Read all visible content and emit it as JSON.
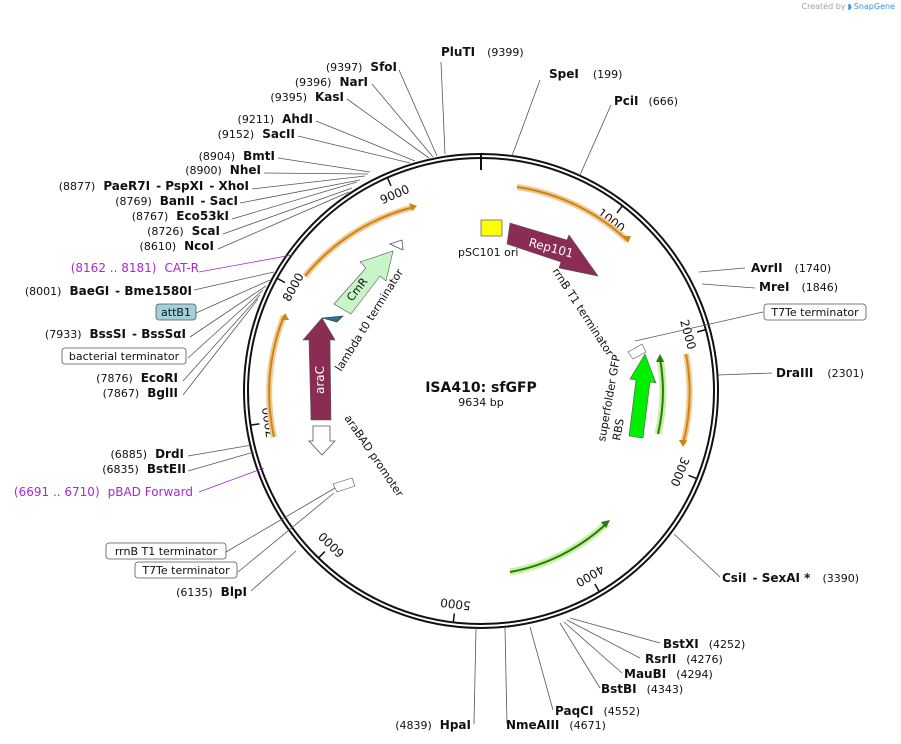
{
  "credit": {
    "prefix": "Created by",
    "brand": "SnapGene"
  },
  "plasmid": {
    "name": "ISA410: sfGFP",
    "length": "9634 bp"
  },
  "ticks": [
    "1000",
    "2000",
    "3000",
    "4000",
    "5000",
    "6000",
    "7000",
    "8000",
    "9000"
  ],
  "sites": [
    {
      "name": "PluTI",
      "pos": "(9399)"
    },
    {
      "name": "SpeI",
      "pos": "(199)"
    },
    {
      "name": "PciI",
      "pos": "(666)"
    },
    {
      "name": "SfoI",
      "pos": "(9397)"
    },
    {
      "name": "NarI",
      "pos": "(9396)"
    },
    {
      "name": "KasI",
      "pos": "(9395)"
    },
    {
      "name": "AhdI",
      "pos": "(9211)"
    },
    {
      "name": "SacII",
      "pos": "(9152)"
    },
    {
      "name": "BmtI",
      "pos": "(8904)"
    },
    {
      "name": "NheI",
      "pos": "(8900)"
    },
    {
      "name": "PaeR7I",
      "name2": "PspXI",
      "name3": "XhoI",
      "pos": "(8877)"
    },
    {
      "name": "BanII",
      "name2": "SacI",
      "pos": "(8769)"
    },
    {
      "name": "Eco53kI",
      "pos": "(8767)"
    },
    {
      "name": "ScaI",
      "pos": "(8726)"
    },
    {
      "name": "NcoI",
      "pos": "(8610)"
    },
    {
      "name": "BaeGI",
      "name2": "Bme1580I",
      "pos": "(8001)"
    },
    {
      "name": "BssSI",
      "name2": "BssSαI",
      "pos": "(7933)"
    },
    {
      "name": "EcoRI",
      "pos": "(7876)"
    },
    {
      "name": "BglII",
      "pos": "(7867)"
    },
    {
      "name": "DrdI",
      "pos": "(6885)"
    },
    {
      "name": "BstEII",
      "pos": "(6835)"
    },
    {
      "name": "BlpI",
      "pos": "(6135)"
    },
    {
      "name": "AvrII",
      "pos": "(1740)"
    },
    {
      "name": "MreI",
      "pos": "(1846)"
    },
    {
      "name": "DraIII",
      "pos": "(2301)"
    },
    {
      "name": "CsiI",
      "name2": "SexAI *",
      "pos": "(3390)"
    },
    {
      "name": "BstXI",
      "pos": "(4252)"
    },
    {
      "name": "RsrII",
      "pos": "(4276)"
    },
    {
      "name": "MauBI",
      "pos": "(4294)"
    },
    {
      "name": "BstBI",
      "pos": "(4343)"
    },
    {
      "name": "PaqCI",
      "pos": "(4552)"
    },
    {
      "name": "NmeAIII",
      "pos": "(4671)"
    },
    {
      "name": "HpaI",
      "pos": "(4839)"
    }
  ],
  "primers": [
    {
      "range": "(8162 .. 8181)",
      "name": "CAT-R"
    },
    {
      "range": "(6691 .. 6710)",
      "name": "pBAD Forward"
    }
  ],
  "boxed_labels": [
    "attB1",
    "bacterial terminator",
    "T7Te terminator",
    "rrnB T1 terminator",
    "T7Te terminator"
  ],
  "features": {
    "rep101": "Rep101",
    "psc101": "pSC101 ori",
    "cmr": "CmR",
    "arac": "araC",
    "lambda": "lambda t0 terminator",
    "rrnb": "rrnB T1 terminator",
    "sfgfp": "superfolder GFP",
    "rbs": "RBS",
    "arabad": "araBAD promoter"
  },
  "colors": {
    "feature_maroon": "#8b2c55",
    "gfp_green": "#00ee00",
    "ori_yellow": "#ffff00",
    "cmr_green": "#c8f5c8",
    "orf_orange": "#d8900e",
    "primer_purple": "#a62ad0",
    "attb1_fill": "#9fd1da"
  }
}
